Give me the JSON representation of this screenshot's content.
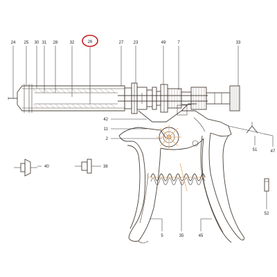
{
  "diagram": {
    "highlight_color": "#c81e1e",
    "part_color": "#4a4038",
    "accent_color": "#e8a96a",
    "highlighted_label": "26",
    "labels": {
      "l24": "24",
      "l25": "25",
      "l30": "30",
      "l31": "31",
      "l28": "28",
      "l32": "32",
      "l26": "26",
      "l27": "27",
      "l23": "23",
      "l49": "49",
      "l7": "7",
      "l33": "33",
      "l42": "42",
      "l11": "11",
      "l2": "2",
      "l40": "40",
      "l38": "38",
      "l51": "51",
      "l47": "47",
      "l52": "52",
      "l5": "5",
      "l35": "35",
      "l45": "45"
    }
  }
}
